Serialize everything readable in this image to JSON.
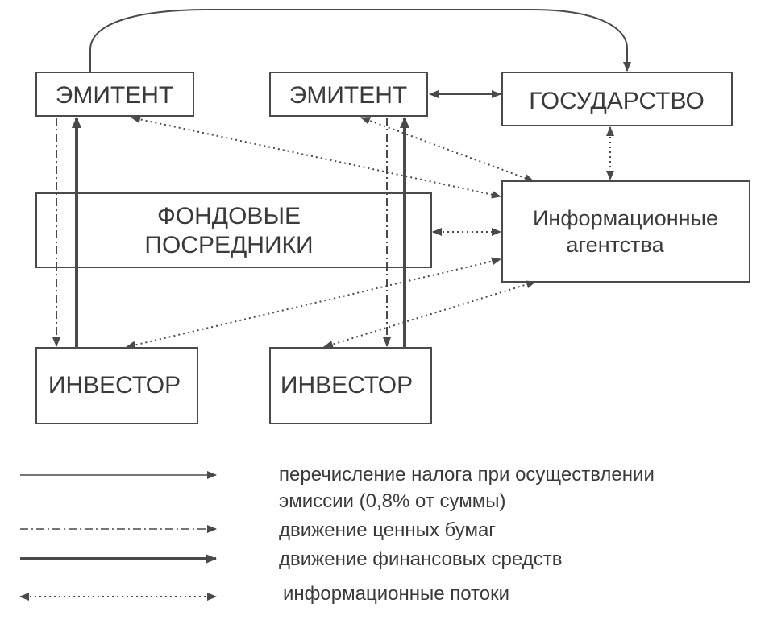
{
  "nodes": {
    "emitter_left": "ЭМИТЕНТ",
    "emitter_right": "ЭМИТЕНТ",
    "state": "ГОСУДАРСТВО",
    "intermediaries_line1": "ФОНДОВЫЕ",
    "intermediaries_line2": "ПОСРЕДНИКИ",
    "agencies_line1": "Информационные",
    "agencies_line2": "агентства",
    "investor_left": "ИНВЕСТОР",
    "investor_right": "ИНВЕСТОР"
  },
  "legend": {
    "tax_line1": "перечисление налога при осуществлении",
    "tax_line2": "эмиссии (0,8% от суммы)",
    "securities": "движение ценных бумаг",
    "funds": "движение финансовых средств",
    "info": "информационные потоки"
  },
  "colors": {
    "stroke": "#4a4a4a",
    "text": "#3a3a3a",
    "background": "#ffffff"
  }
}
